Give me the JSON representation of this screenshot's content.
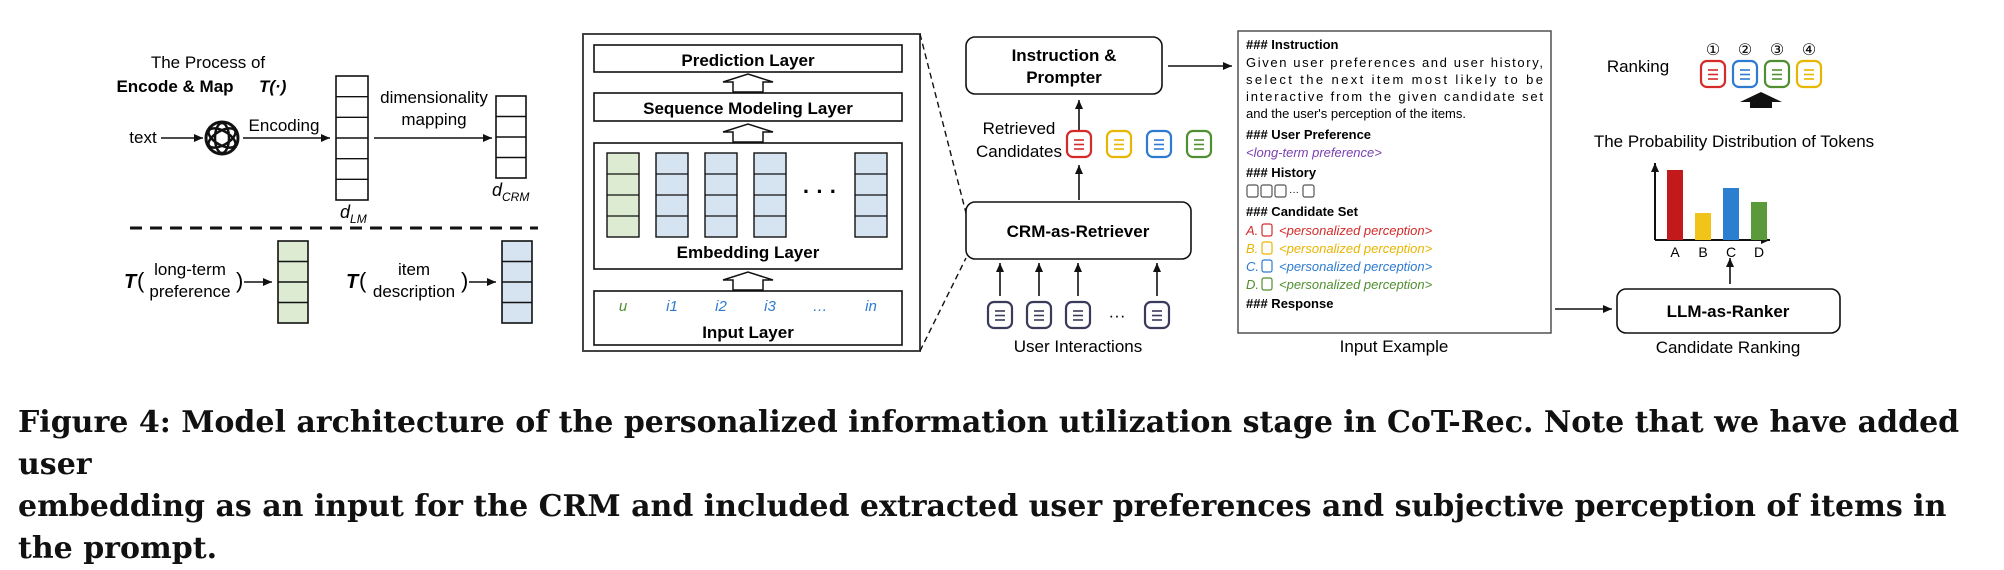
{
  "encode": {
    "title_line1": "The Process of",
    "title_line2": "Encode & Map",
    "title_func": "T(·)",
    "text_label": "text",
    "encoding_label": "Encoding",
    "dim_line1": "dimensionality",
    "dim_line2": "mapping",
    "d_lm": "d",
    "d_lm_sub": "LM",
    "d_crm": "d",
    "d_crm_sub": "CRM",
    "t_symbol": "T",
    "pref_line1": "long-term",
    "pref_line2": "preference",
    "item_line1": "item",
    "item_line2": "description"
  },
  "crm": {
    "prediction_layer": "Prediction Layer",
    "sequence_layer": "Sequence Modeling Layer",
    "embedding_layer": "Embedding Layer",
    "input_layer": "Input Layer",
    "ellipsis": "· · ·",
    "inputs": [
      "u",
      "i1",
      "i2",
      "i3",
      "…",
      "in"
    ]
  },
  "retrieval": {
    "prompter_line1": "Instruction &",
    "prompter_line2": "Prompter",
    "retrieved_line1": "Retrieved",
    "retrieved_line2": "Candidates",
    "retriever": "CRM-as-Retriever",
    "user_interactions": "User Interactions",
    "ellipsis": "···"
  },
  "prompt": {
    "instruction_head": "### Instruction",
    "instruction_lines": [
      "Given user preferences and user history,",
      "select the next item most likely to be",
      "interactive from the given candidate set",
      "and the user's perception of the items."
    ],
    "pref_head": "### User Preference",
    "pref_text": "<long-term preference>",
    "history_head": "### History",
    "candidate_head": "### Candidate Set",
    "candidates": [
      {
        "letter": "A.",
        "text": "<personalized perception>",
        "color": "#d42a2a"
      },
      {
        "letter": "B.",
        "text": "<personalized perception>",
        "color": "#e8b500"
      },
      {
        "letter": "C.",
        "text": "<personalized perception>",
        "color": "#2d7bd0"
      },
      {
        "letter": "D.",
        "text": "<personalized perception>",
        "color": "#4f8f2f"
      }
    ],
    "response_head": "### Response",
    "caption": "Input Example"
  },
  "ranking": {
    "ranking_label": "Ranking",
    "ranks": [
      "①",
      "②",
      "③",
      "④"
    ],
    "prob_title": "The Probability Distribution of Tokens",
    "ranker": "LLM-as-Ranker",
    "caption": "Candidate Ranking"
  },
  "chart_data": {
    "type": "bar",
    "categories": [
      "A",
      "B",
      "C",
      "D"
    ],
    "values": [
      0.7,
      0.27,
      0.52,
      0.38
    ],
    "colors": [
      "#c21a1a",
      "#f0c419",
      "#2a7fd0",
      "#5a9a3a"
    ]
  },
  "colors": {
    "red": "#d42a2a",
    "yellow": "#e8b500",
    "blue": "#2d7bd0",
    "green": "#4f8f2f",
    "purple": "#7a3fb0",
    "green_fill": "#dcebd2",
    "blue_fill": "#d6e4f2"
  },
  "caption": {
    "line1": "Figure 4: Model architecture of the personalized information utilization stage in CoT-Rec. Note that we have added user",
    "line2": "embedding as an input for the CRM and included extracted user preferences and subjective perception of items in the prompt."
  }
}
